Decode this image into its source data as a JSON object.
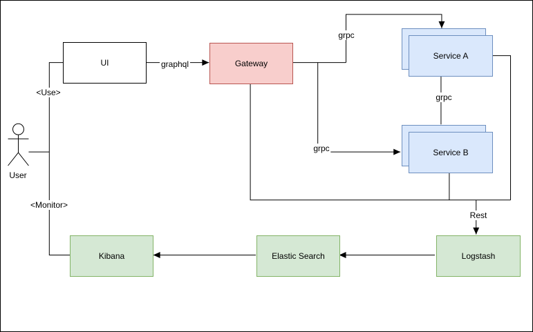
{
  "diagram": {
    "nodes": {
      "ui": {
        "label": "UI",
        "fill": "#ffffff",
        "border": "#000000"
      },
      "gateway": {
        "label": "Gateway",
        "fill": "#f8cecc",
        "border": "#b85450"
      },
      "service_a": {
        "label": "Service A",
        "fill": "#dae8fc",
        "border": "#6c8ebf"
      },
      "service_b": {
        "label": "Service B",
        "fill": "#dae8fc",
        "border": "#6c8ebf"
      },
      "kibana": {
        "label": "Kibana",
        "fill": "#d5e8d4",
        "border": "#82b366"
      },
      "elastic_search": {
        "label": "Elastic Search",
        "fill": "#d5e8d4",
        "border": "#82b366"
      },
      "logstash": {
        "label": "Logstash",
        "fill": "#d5e8d4",
        "border": "#82b366"
      }
    },
    "actor": {
      "label": "User"
    },
    "edge_labels": {
      "graphql": "graphql",
      "use": "<Use>",
      "monitor": "<Monitor>",
      "grpc_gateway_to_service_a": "grpc",
      "grpc_gateway_to_service_b": "grpc",
      "grpc_service_a_to_service_b": "grpc",
      "rest": "Rest"
    },
    "colors": {
      "line": "#000000",
      "canvas": "#ffffff"
    }
  }
}
